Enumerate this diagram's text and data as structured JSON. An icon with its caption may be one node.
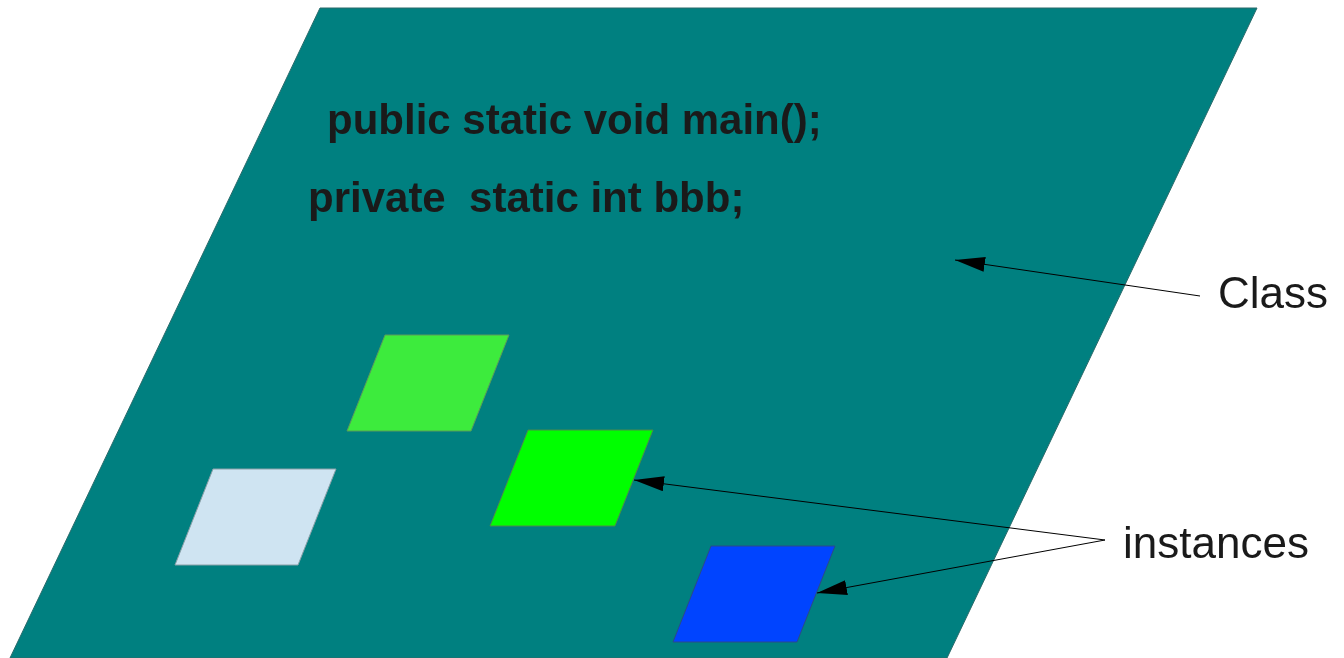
{
  "diagram": {
    "nodes": [
      {
        "text": [
          "public static void main();",
          "private  static int bbb;"
        ]
      },
      {
        "text": [
          "Class"
        ]
      },
      {
        "text": [
          "instances"
        ]
      },
      {
        "text": [],
        "shape": "parallelogram",
        "in": 0
      },
      {
        "text": [],
        "shape": "parallelogram",
        "in": 0
      },
      {
        "text": [],
        "shape": "parallelogram",
        "in": 0
      },
      {
        "text": [],
        "shape": "parallelogram",
        "in": 0
      }
    ],
    "edges": [
      {
        "from": 1,
        "to": 0,
        "arrow": "to"
      },
      {
        "from": 2,
        "to": 5,
        "arrow": "to"
      },
      {
        "from": 2,
        "to": 6,
        "arrow": "to"
      }
    ]
  }
}
